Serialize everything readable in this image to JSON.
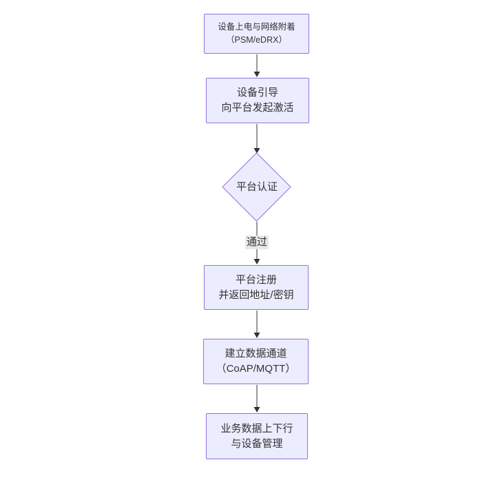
{
  "diagram": {
    "type": "flowchart",
    "direction": "top-down",
    "colors": {
      "node_fill": "#ECECFF",
      "node_border": "#9370DB",
      "node_text": "#333333",
      "arrow": "#333333",
      "edge_label_bg": "#e8e8e8",
      "background": "#ffffff"
    },
    "nodes": {
      "attach": {
        "shape": "rect",
        "line1": "设备上电与网络附着",
        "line2": "（PSM/eDRX）"
      },
      "boot": {
        "shape": "rect",
        "line1": "设备引导",
        "line2": "向平台发起激活"
      },
      "auth": {
        "shape": "diamond",
        "label": "平台认证"
      },
      "register": {
        "shape": "rect",
        "line1": "平台注册",
        "line2": "并返回地址/密钥"
      },
      "channel": {
        "shape": "rect",
        "line1": "建立数据通道",
        "line2": "（CoAP/MQTT）"
      },
      "service": {
        "shape": "rect",
        "line1": "业务数据上下行",
        "line2": "与设备管理"
      }
    },
    "edges": [
      {
        "from": "attach",
        "to": "boot",
        "label": ""
      },
      {
        "from": "boot",
        "to": "auth",
        "label": ""
      },
      {
        "from": "auth",
        "to": "register",
        "label": "通过"
      },
      {
        "from": "register",
        "to": "channel",
        "label": ""
      },
      {
        "from": "channel",
        "to": "service",
        "label": ""
      }
    ],
    "auth_pass_label": "通过"
  }
}
